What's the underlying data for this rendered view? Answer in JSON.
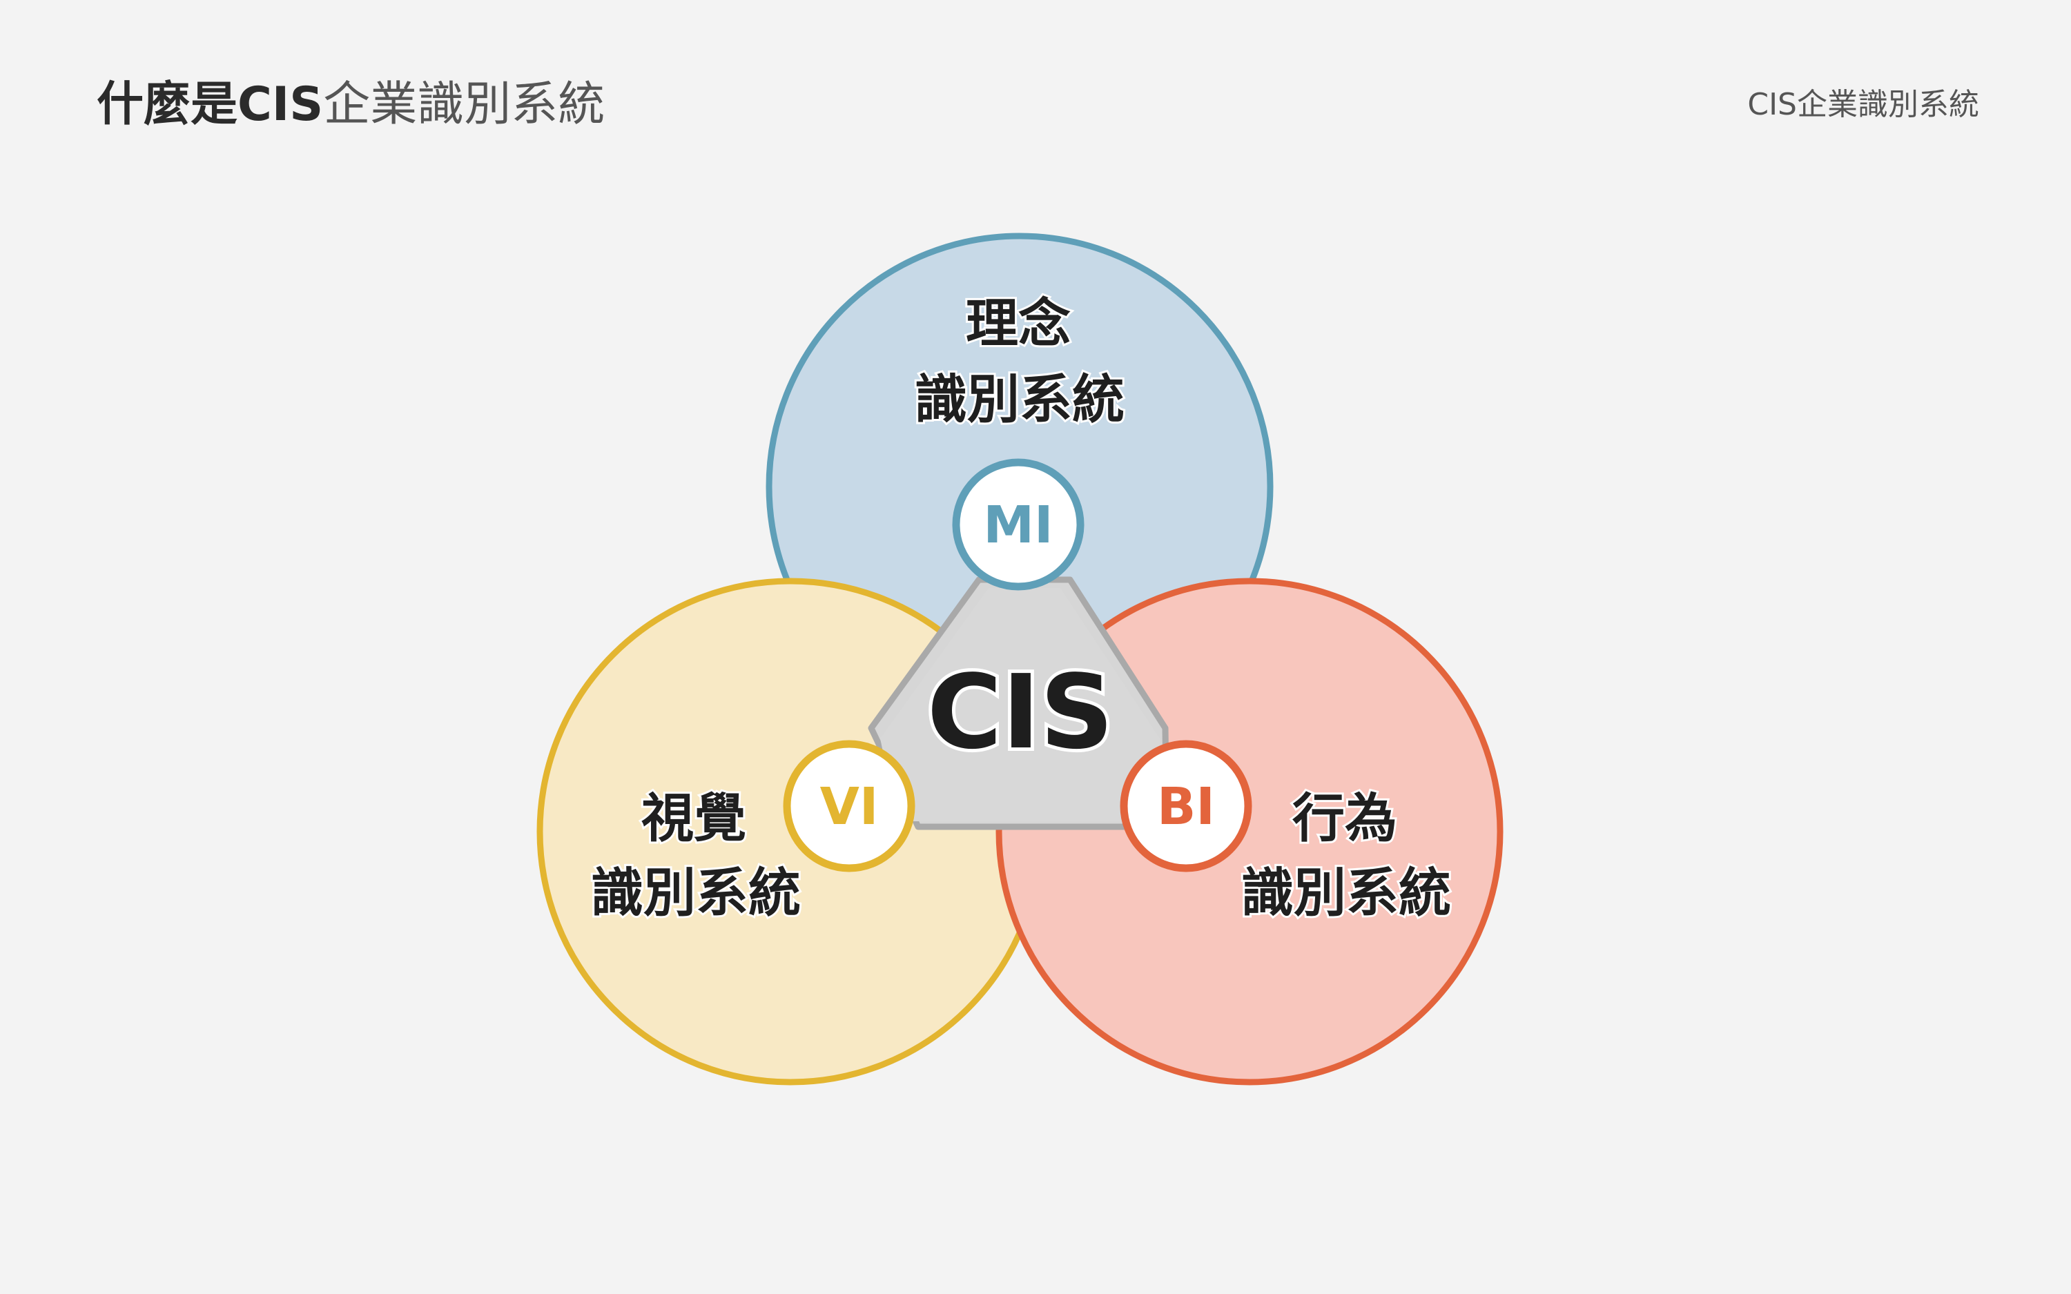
{
  "header": {
    "title_bold": "什麼是CIS",
    "title_light": "企業識別系統",
    "right_label": "CIS企業識別系統"
  },
  "diagram": {
    "center_label": "CIS",
    "mi": {
      "badge": "MI",
      "line1": "理念",
      "line2": "識別系統",
      "color": "#5f9fb8",
      "fill": "#c7d9e7"
    },
    "vi": {
      "badge": "VI",
      "line1": "視覺",
      "line2": "識別系統",
      "color": "#e3b530",
      "fill": "#f8e9c5"
    },
    "bi": {
      "badge": "BI",
      "line1": "行為",
      "line2": "識別系統",
      "color": "#e3643c",
      "fill": "#f8c6bd"
    }
  }
}
